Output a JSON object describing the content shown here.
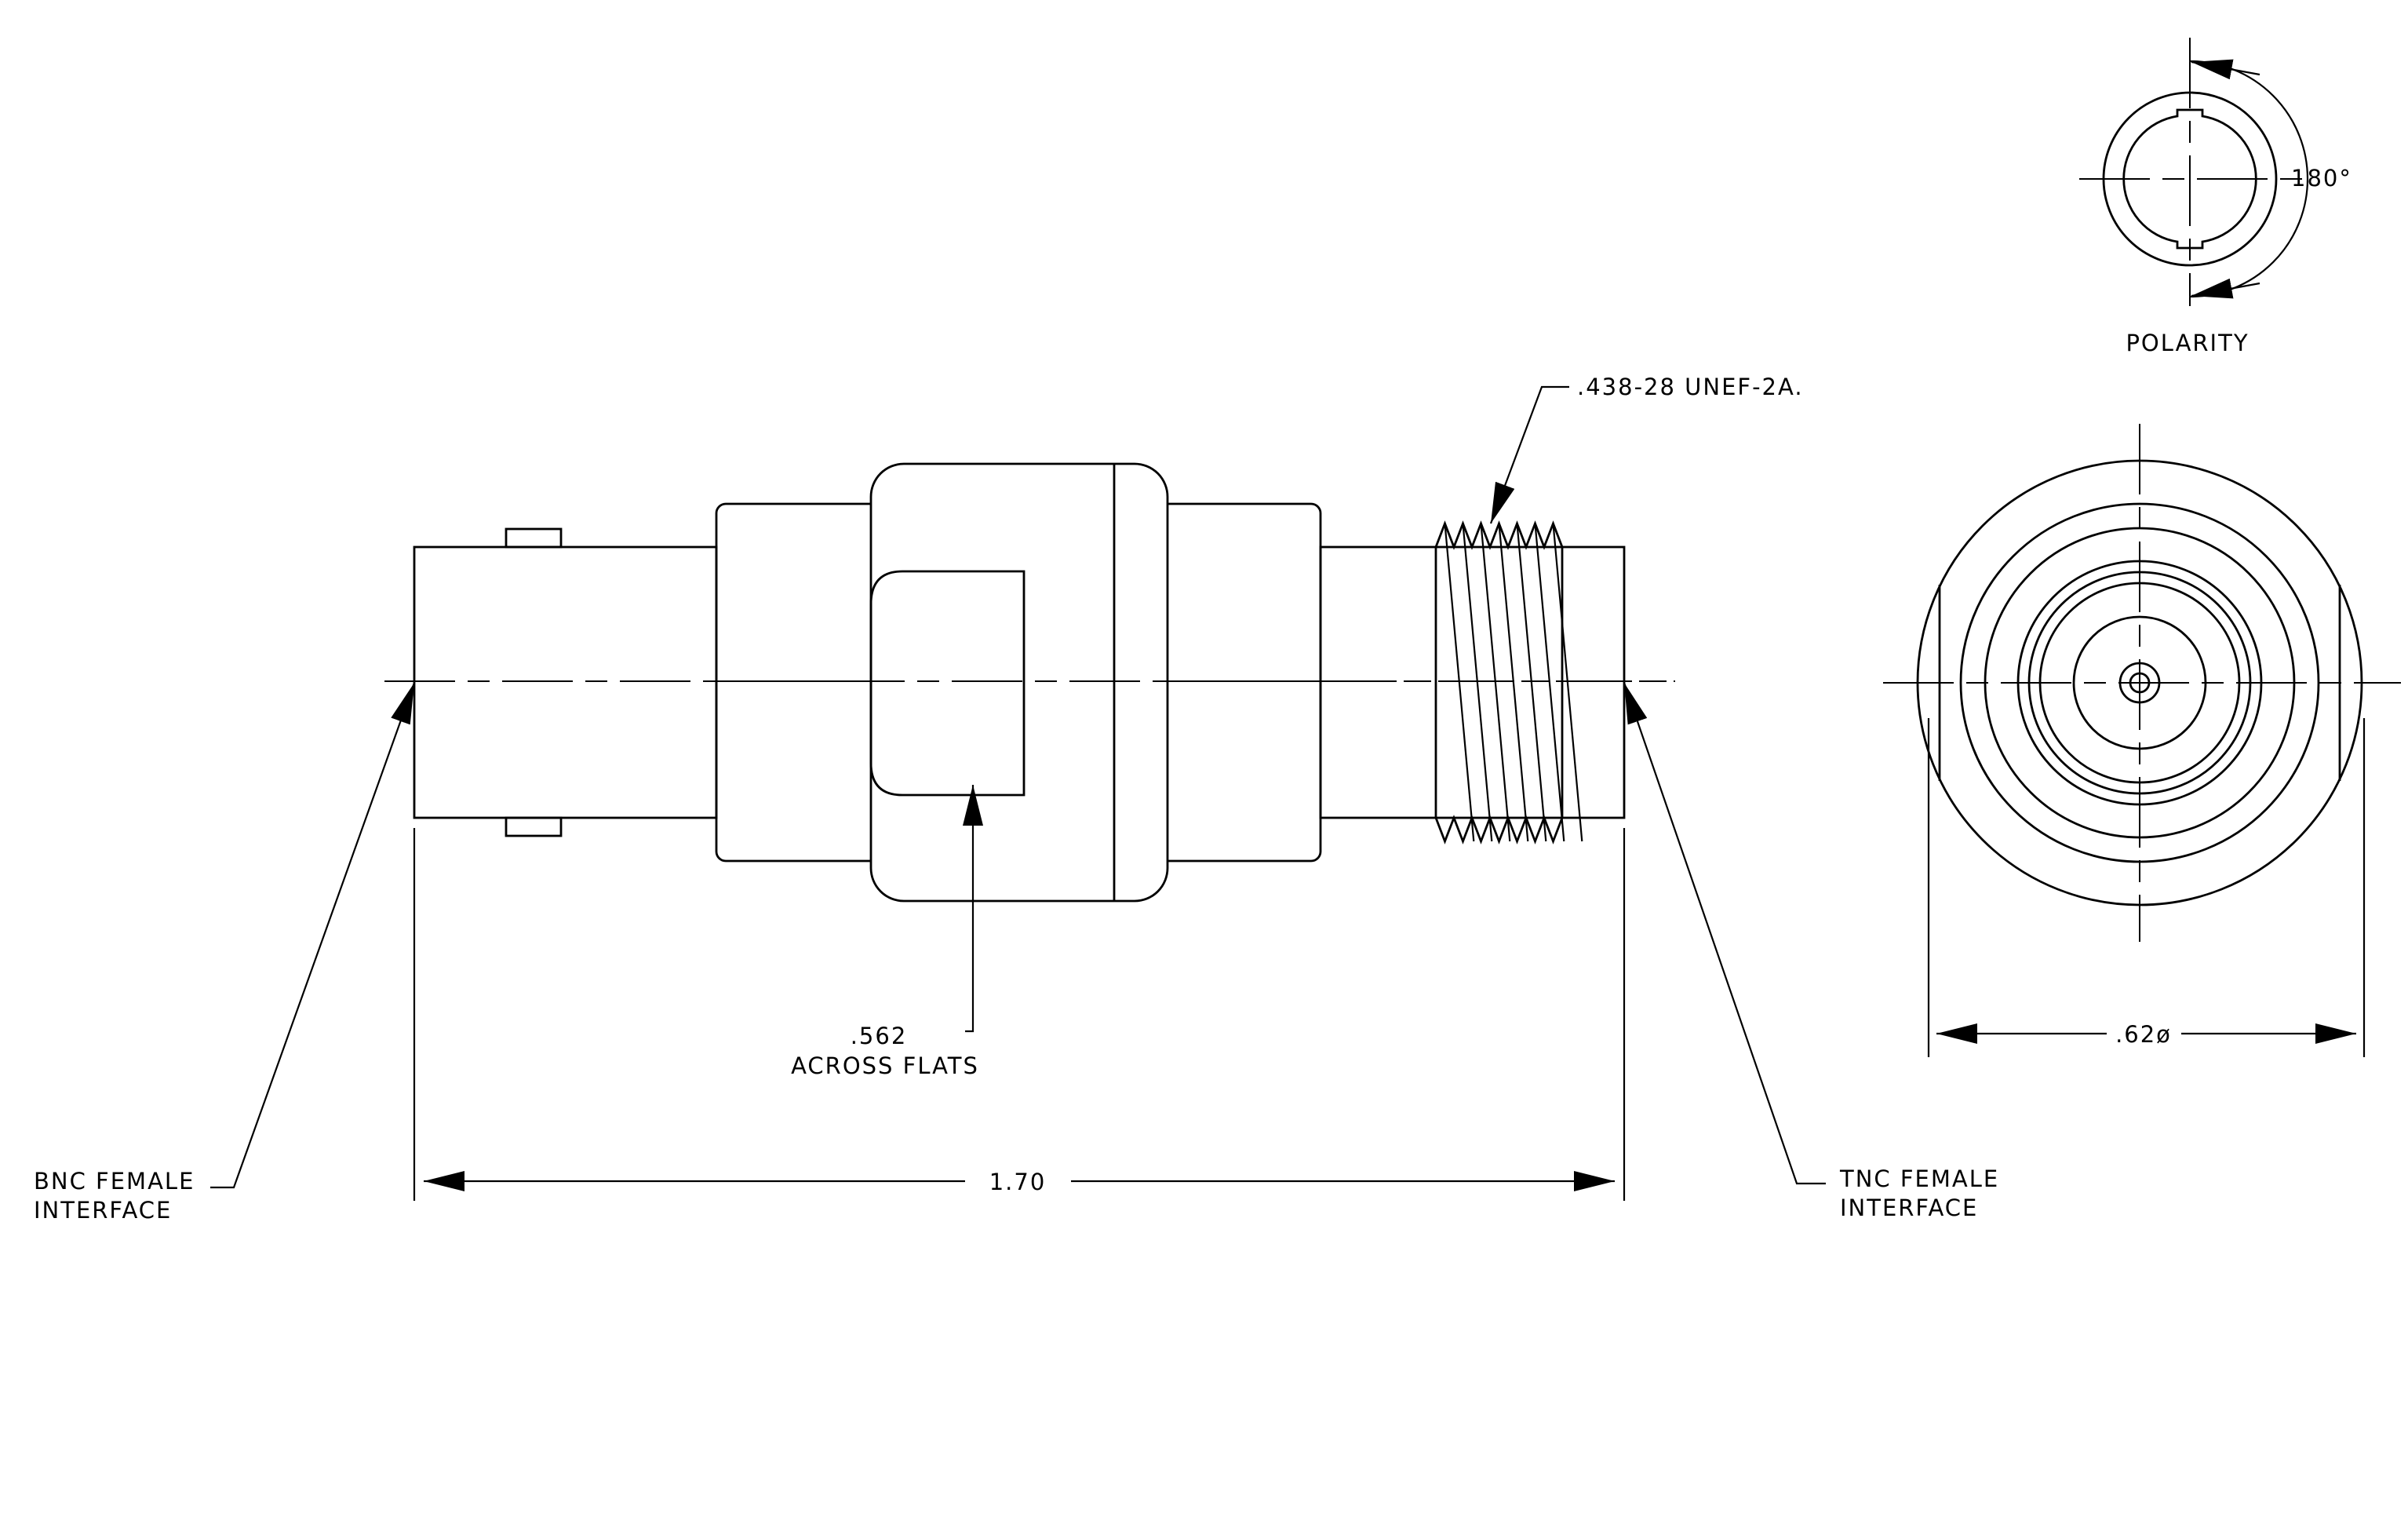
{
  "labels": {
    "polarity": "POLARITY",
    "polarity_angle": "180°",
    "thread_spec": ".438-28 UNEF-2A.",
    "flats_value": ".562",
    "flats_text": "ACROSS FLATS",
    "bnc_line1": "BNC FEMALE",
    "bnc_line2": "INTERFACE",
    "tnc_line1": "TNC FEMALE",
    "tnc_line2": "INTERFACE",
    "overall_length": "1.70",
    "end_diameter": ".62ø"
  }
}
